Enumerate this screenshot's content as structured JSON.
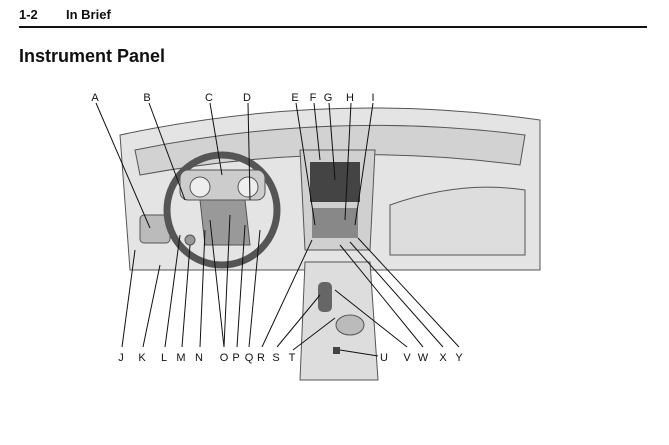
{
  "header": {
    "page_number": "1-2",
    "section": "In Brief"
  },
  "title": "Instrument Panel",
  "figure": {
    "top_labels": [
      "A",
      "B",
      "C",
      "D",
      "E",
      "F",
      "G",
      "H",
      "I"
    ],
    "bottom_labels": [
      "J",
      "K",
      "L",
      "M",
      "N",
      "O",
      "P",
      "Q",
      "R",
      "S",
      "T",
      "U",
      "V",
      "W",
      "X",
      "Y"
    ]
  }
}
